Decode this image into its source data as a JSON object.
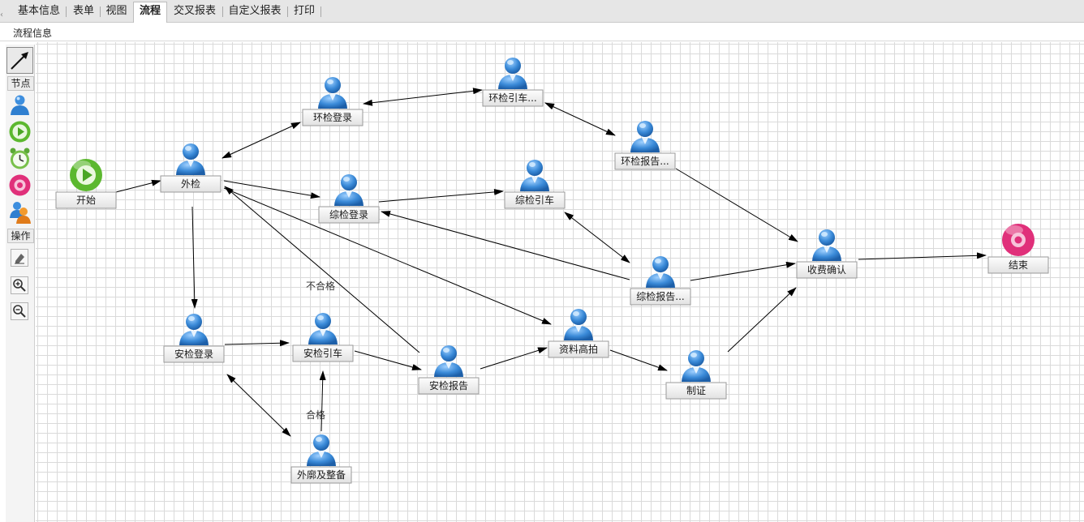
{
  "tabs": [
    {
      "label": "基本信息",
      "active": false
    },
    {
      "label": "表单",
      "active": false
    },
    {
      "label": "视图",
      "active": false
    },
    {
      "label": "流程",
      "active": true
    },
    {
      "label": "交叉报表",
      "active": false
    },
    {
      "label": "自定义报表",
      "active": false
    },
    {
      "label": "打印",
      "active": false
    }
  ],
  "sub_header": "流程信息",
  "toolbox": {
    "section_nodes": "节点",
    "section_ops": "操作",
    "tools": [
      "select-arrow-icon",
      "user-task-icon",
      "start-node-icon",
      "timer-node-icon",
      "end-node-icon",
      "multi-user-task-icon",
      "eraser-icon",
      "zoom-in-icon",
      "zoom-out-icon"
    ]
  },
  "workflow": {
    "nodes": [
      {
        "id": "start",
        "label": "开始",
        "kind": "start"
      },
      {
        "id": "waijian",
        "label": "外检",
        "kind": "task"
      },
      {
        "id": "huanjian_reg",
        "label": "环检登录",
        "kind": "task"
      },
      {
        "id": "huanjian_car",
        "label": "环检引车...",
        "kind": "task"
      },
      {
        "id": "huanjian_rep",
        "label": "环检报告...",
        "kind": "task"
      },
      {
        "id": "zongjian_reg",
        "label": "综检登录",
        "kind": "task"
      },
      {
        "id": "zongjian_car",
        "label": "综检引车",
        "kind": "task"
      },
      {
        "id": "zongjian_rep",
        "label": "综检报告...",
        "kind": "task"
      },
      {
        "id": "fee",
        "label": "收费确认",
        "kind": "task"
      },
      {
        "id": "end",
        "label": "结束",
        "kind": "end"
      },
      {
        "id": "anjian_reg",
        "label": "安检登录",
        "kind": "task"
      },
      {
        "id": "anjian_car",
        "label": "安检引车",
        "kind": "task"
      },
      {
        "id": "anjian_rep",
        "label": "安检报告",
        "kind": "task"
      },
      {
        "id": "ziliao",
        "label": "资料高拍",
        "kind": "task"
      },
      {
        "id": "zhizheng",
        "label": "制证",
        "kind": "task"
      },
      {
        "id": "waimo",
        "label": "外廓及整备",
        "kind": "task"
      }
    ],
    "edges": [
      {
        "from": "start",
        "to": "waijian",
        "label": ""
      },
      {
        "from": "waijian",
        "to": "huanjian_reg",
        "label": "",
        "bidirectional": true
      },
      {
        "from": "huanjian_reg",
        "to": "huanjian_car",
        "label": "",
        "bidirectional": true
      },
      {
        "from": "huanjian_car",
        "to": "huanjian_rep",
        "label": "",
        "bidirectional": true
      },
      {
        "from": "huanjian_rep",
        "to": "fee",
        "label": ""
      },
      {
        "from": "waijian",
        "to": "zongjian_reg",
        "label": ""
      },
      {
        "from": "zongjian_reg",
        "to": "zongjian_car",
        "label": ""
      },
      {
        "from": "zongjian_car",
        "to": "zongjian_rep",
        "label": "",
        "bidirectional": true
      },
      {
        "from": "zongjian_rep",
        "to": "zongjian_reg",
        "label": ""
      },
      {
        "from": "zongjian_rep",
        "to": "fee",
        "label": ""
      },
      {
        "from": "fee",
        "to": "end",
        "label": ""
      },
      {
        "from": "waijian",
        "to": "ziliao",
        "label": ""
      },
      {
        "from": "anjian_rep",
        "to": "waijian",
        "label": "不合格"
      },
      {
        "from": "waijian",
        "to": "anjian_reg",
        "label": ""
      },
      {
        "from": "anjian_reg",
        "to": "anjian_car",
        "label": ""
      },
      {
        "from": "anjian_reg",
        "to": "waimo",
        "label": "",
        "bidirectional": true
      },
      {
        "from": "waimo",
        "to": "anjian_car",
        "label": "合格"
      },
      {
        "from": "anjian_car",
        "to": "anjian_rep",
        "label": ""
      },
      {
        "from": "anjian_rep",
        "to": "ziliao",
        "label": ""
      },
      {
        "from": "ziliao",
        "to": "zhizheng",
        "label": ""
      },
      {
        "from": "zhizheng",
        "to": "fee",
        "label": ""
      }
    ]
  },
  "colors": {
    "start": "#5cb82f",
    "end": "#e0307a",
    "timer": "#78c04a",
    "user_body": "#2f7fd0",
    "arrow": "#000000"
  }
}
